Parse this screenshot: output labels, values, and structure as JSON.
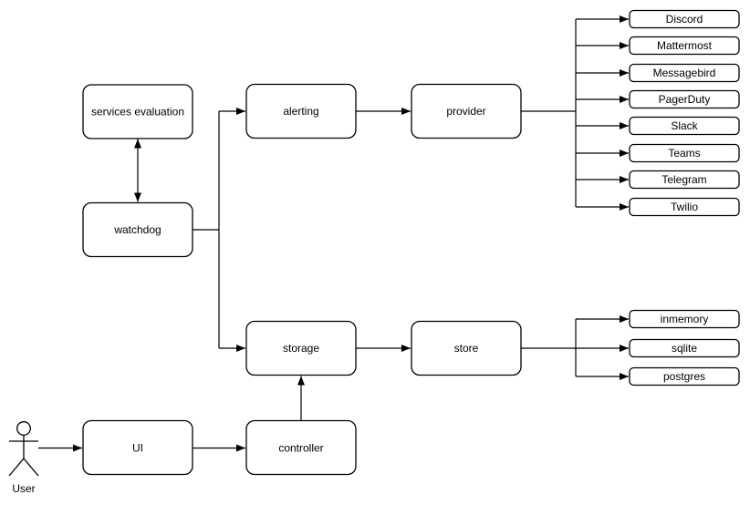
{
  "diagram": {
    "background_color": "#ffffff",
    "stroke_color": "#000000",
    "text_color": "#000000",
    "nodes": {
      "services_evaluation": "services evaluation",
      "watchdog": "watchdog",
      "alerting": "alerting",
      "provider": "provider",
      "storage": "storage",
      "store": "store",
      "ui": "UI",
      "controller": "controller"
    },
    "actor_label": "User",
    "provider_leaves": [
      "Discord",
      "Mattermost",
      "Messagebird",
      "PagerDuty",
      "Slack",
      "Teams",
      "Telegram",
      "Twilio"
    ],
    "store_leaves": [
      "inmemory",
      "sqlite",
      "postgres"
    ]
  }
}
